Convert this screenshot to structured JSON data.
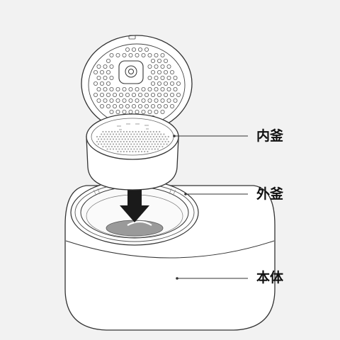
{
  "labels": {
    "inner_pot": "内釜",
    "outer_pot": "外釜",
    "body": "本体"
  },
  "colors": {
    "background": "#f2f2f2",
    "line": "#333333",
    "fill": "#ffffff",
    "arrow": "#1a1a1a",
    "heater_plate": "#9a9a9a"
  },
  "icons": {
    "insert_direction": "down-arrow-icon"
  }
}
